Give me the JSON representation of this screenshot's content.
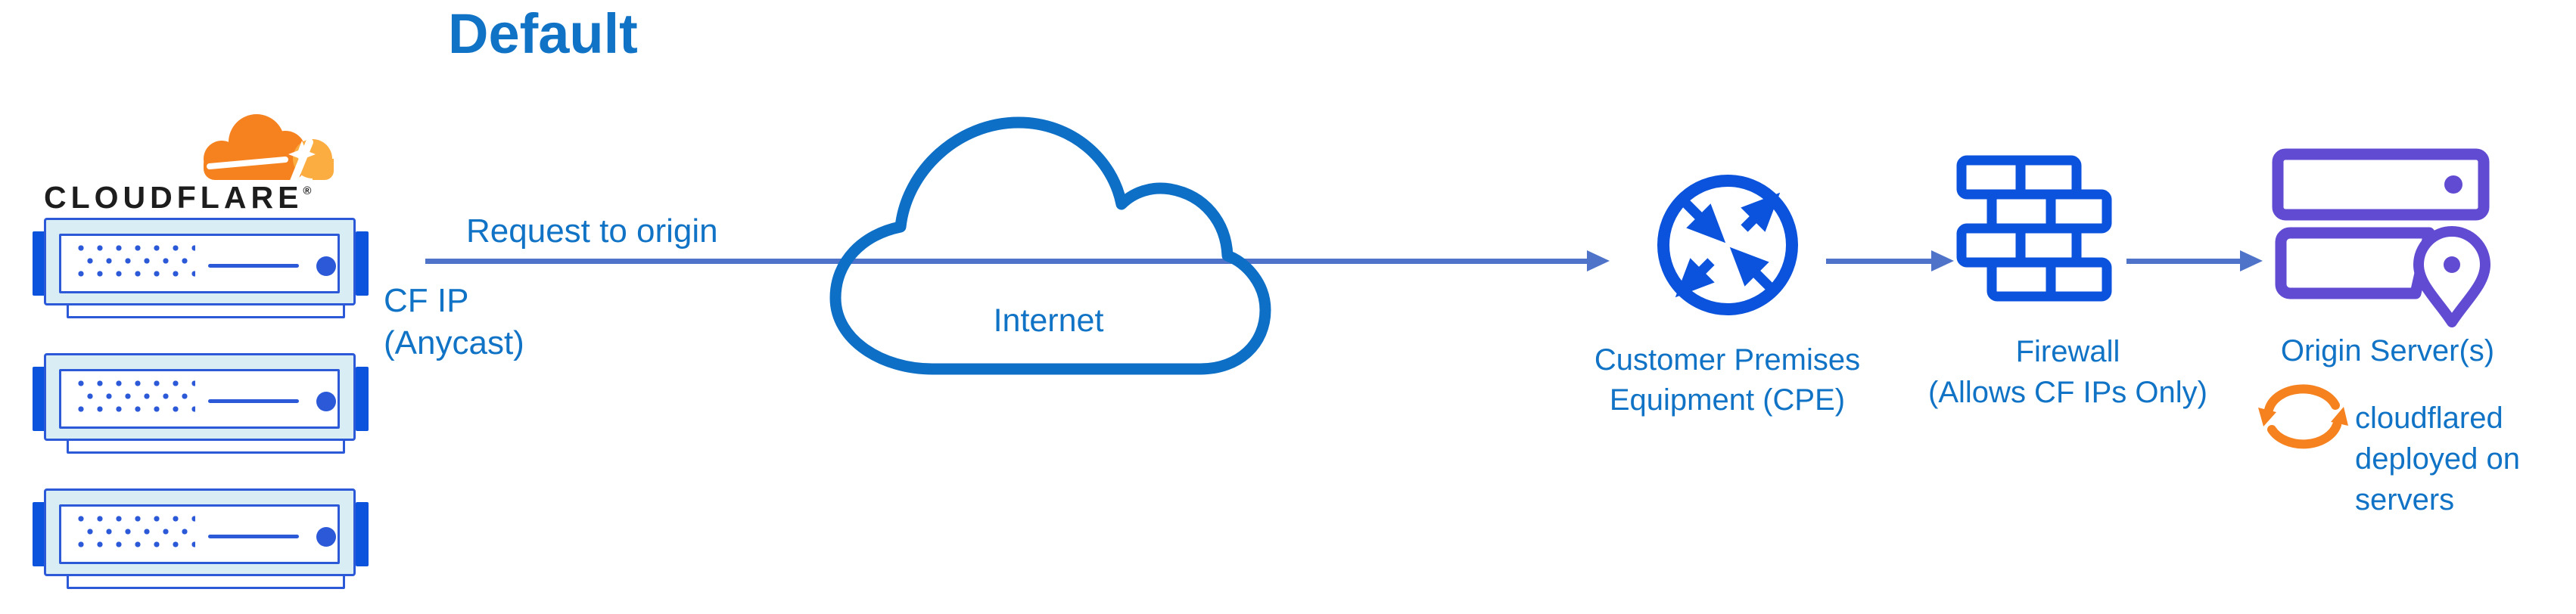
{
  "diagram": {
    "title": "Default",
    "brand": {
      "wordmark": "CLOUDFLARE",
      "registered_mark": "®"
    },
    "edges": {
      "request_label": "Request to origin",
      "request_sublabel_lines": [
        "CF IP",
        "(Anycast)"
      ]
    },
    "nodes": {
      "cloudflare_edge": {
        "icon": "cloudflare-logo-and-server-stack",
        "server_count": 3
      },
      "internet": {
        "icon": "cloud-outline-icon",
        "label": "Internet"
      },
      "cpe": {
        "icon": "router-circle-arrows-icon",
        "label_lines": [
          "Customer Premises",
          "Equipment (CPE)"
        ]
      },
      "firewall": {
        "icon": "brick-wall-icon",
        "label_lines": [
          "Firewall",
          "(Allows CF IPs Only)"
        ]
      },
      "origin": {
        "icon": "server-with-location-pin-icon",
        "label": "Origin Server(s)"
      },
      "cloudflared": {
        "icon": "sync-arrows-icon",
        "label_lines": [
          "cloudflared",
          "deployed on",
          "servers"
        ]
      }
    },
    "colors": {
      "title_text": "#1173c5",
      "label_text": "#1173c5",
      "connector_arrow": "#4e73c8",
      "icon_blue": "#0b52dc",
      "server_border_blue": "#2b59d8",
      "server_fill_cyan": "#d9edf5",
      "cloud_stroke_blue": "#0e6fc6",
      "origin_purple": "#614bd2",
      "brand_orange": "#f6821f",
      "brand_orange_light": "#fbad41",
      "wordmark_black": "#1d1d1d"
    }
  }
}
